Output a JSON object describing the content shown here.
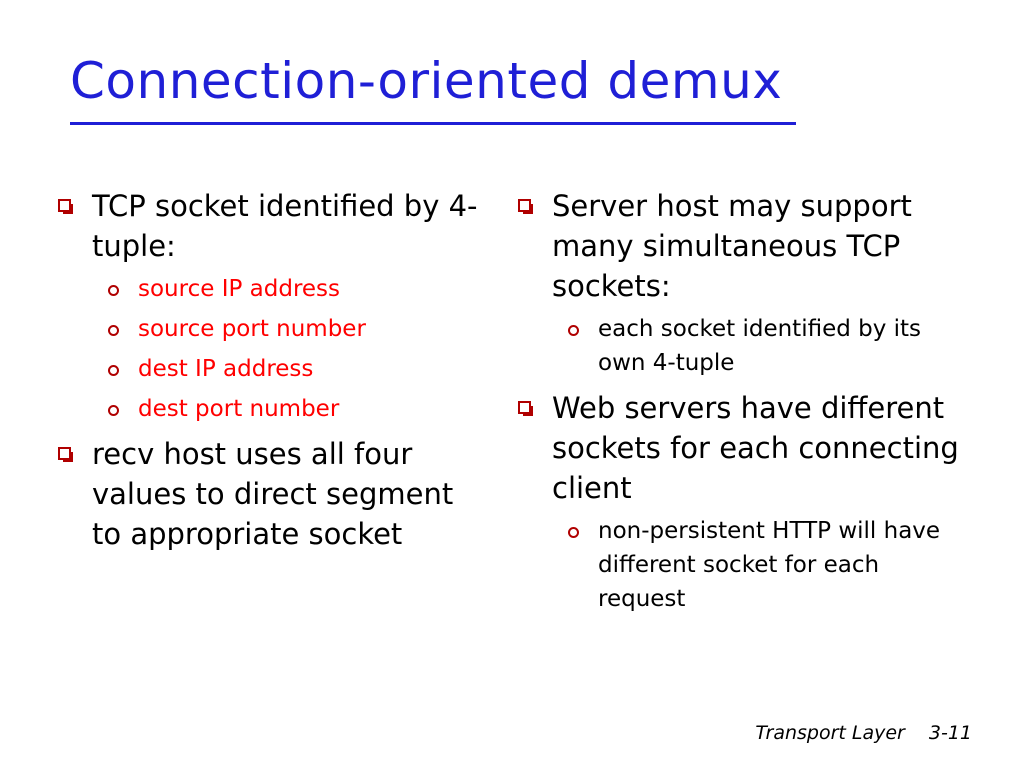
{
  "title": "Connection-oriented demux",
  "left": {
    "b1": "TCP socket identified by 4-tuple:",
    "sub": [
      "source IP address",
      "source port number",
      "dest IP address",
      "dest port number"
    ],
    "b2": "recv host uses all four values to direct segment to appropriate socket"
  },
  "right": {
    "b1": "Server host may support many simultaneous TCP sockets:",
    "b1_sub": "each socket identified by its own 4-tuple",
    "b2": "Web servers have different sockets for each connecting client",
    "b2_sub": "non-persistent HTTP will have different socket for each request"
  },
  "footer": {
    "label": "Transport Layer",
    "page": "3-11"
  },
  "colors": {
    "title": "#1f1fd6",
    "bullet": "#b00000",
    "highlight": "#ff0000"
  }
}
